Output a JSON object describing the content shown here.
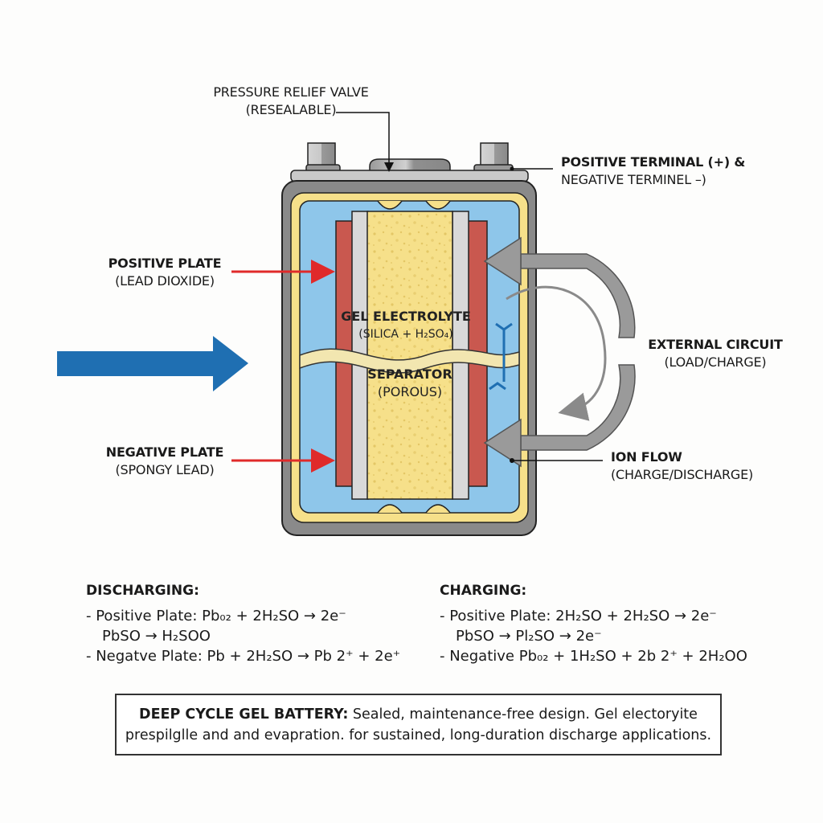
{
  "labels": {
    "pressure_valve": {
      "title": "PRESSURE RELIEF VALVE",
      "sub": "(RESEALABLE)"
    },
    "terminals": {
      "line1": "POSITIVE TERMINAL (+) &",
      "line2": "NEGATIVE TERMINEL –)"
    },
    "positive_plate": {
      "title": "POSITIVE PLATE",
      "sub": "(LEAD DIOXIDE)"
    },
    "negative_plate": {
      "title": "NEGATIVE PLATE",
      "sub": "(SPONGY LEAD)"
    },
    "gel_electrolyte": {
      "title": "GEL ELECTROLYTE",
      "sub": "(SILICA + H₂SO₄)"
    },
    "separator": {
      "title": "SEPARATOR",
      "sub": "(POROUS)"
    },
    "external_circuit": {
      "title": "EXTERNAL CIRCUIT",
      "sub": "(LOAD/CHARGE)"
    },
    "ion_flow": {
      "title": "ION FLOW",
      "sub": "(CHARGE/DISCHARGE)"
    }
  },
  "discharging": {
    "title": "DISCHARGING:",
    "lines": [
      "- Positive Plate: Pb₀₂ + 2H₂SO  → 2e⁻",
      "PbSO → H₂SOO",
      "- Negatve Plate: Pb + 2H₂SO → Pb 2⁺ + 2e⁺"
    ]
  },
  "charging": {
    "title": "CHARGING:",
    "lines": [
      "- Positive Plate: 2H₂SO + 2H₂SO → 2e⁻",
      "PbSO → Pl₂SO → 2e⁻",
      "- Negative Pb₀₂ + 1H₂SO + 2b 2⁺ + 2H₂OO"
    ]
  },
  "summary": {
    "bold": "DEEP CYCLE GEL BATTERY:",
    "text": " Sealed, maintenance-free design. Gel electoryite",
    "line2": "prespilglle and and evapration. for sustained, long-duration discharge applications."
  },
  "colors": {
    "casing": "#8a8a8a",
    "gel_yellow": "#f6e08a",
    "electrolyte_blue": "#8ec6ea",
    "plate_red": "#c9584f",
    "separator_gray": "#d9d9d9",
    "arrow_blue": "#1f6fb2",
    "pointer_red": "#e02a2a",
    "circuit_gray": "#9a9a9a"
  }
}
